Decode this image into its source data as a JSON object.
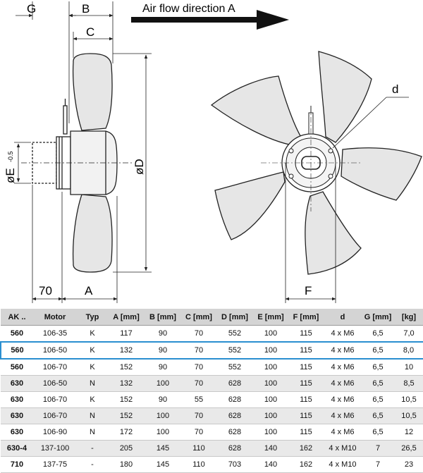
{
  "labels": {
    "G": "G",
    "B": "B",
    "C": "C",
    "airflow": "Air flow direction A",
    "d": "d",
    "E_symbol": "øE",
    "E_tolerance": "-0.5",
    "D": "øD",
    "seventy": "70",
    "A": "A",
    "F": "F"
  },
  "colors": {
    "line": "#222222",
    "blade_fill": "#e6e6e6",
    "highlight": "#2a8fd0",
    "header_bg": "#d4d4d4"
  },
  "table": {
    "headers": [
      "AK ..",
      "Motor",
      "Typ",
      "A [mm]",
      "B [mm]",
      "C [mm]",
      "D [mm]",
      "E [mm]",
      "F [mm]",
      "d",
      "G [mm]",
      "[kg]"
    ],
    "highlighted_row": 1,
    "rows": [
      [
        "560",
        "106-35",
        "K",
        "117",
        "90",
        "70",
        "552",
        "100",
        "115",
        "4 x M6",
        "6,5",
        "7,0"
      ],
      [
        "560",
        "106-50",
        "K",
        "132",
        "90",
        "70",
        "552",
        "100",
        "115",
        "4 x M6",
        "6,5",
        "8,0"
      ],
      [
        "560",
        "106-70",
        "K",
        "152",
        "90",
        "70",
        "552",
        "100",
        "115",
        "4 x M6",
        "6,5",
        "10"
      ],
      [
        "630",
        "106-50",
        "N",
        "132",
        "100",
        "70",
        "628",
        "100",
        "115",
        "4 x M6",
        "6,5",
        "8,5"
      ],
      [
        "630",
        "106-70",
        "K",
        "152",
        "90",
        "55",
        "628",
        "100",
        "115",
        "4 x M6",
        "6,5",
        "10,5"
      ],
      [
        "630",
        "106-70",
        "N",
        "152",
        "100",
        "70",
        "628",
        "100",
        "115",
        "4 x M6",
        "6,5",
        "10,5"
      ],
      [
        "630",
        "106-90",
        "N",
        "172",
        "100",
        "70",
        "628",
        "100",
        "115",
        "4 x M6",
        "6,5",
        "12"
      ],
      [
        "630-4",
        "137-100",
        "-",
        "205",
        "145",
        "110",
        "628",
        "140",
        "162",
        "4 x M10",
        "7",
        "26,5"
      ],
      [
        "710",
        "137-75",
        "-",
        "180",
        "145",
        "110",
        "703",
        "140",
        "162",
        "4 x M10",
        "7",
        "23"
      ]
    ]
  }
}
